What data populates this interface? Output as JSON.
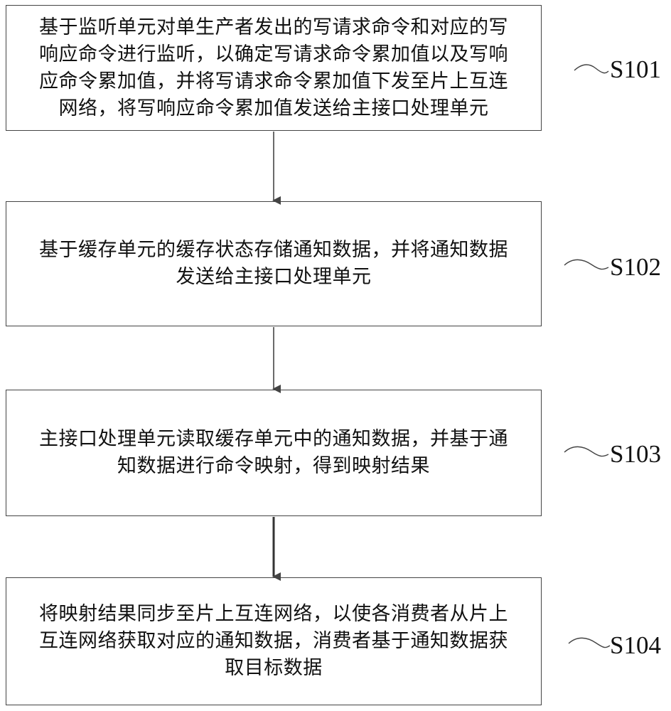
{
  "steps": [
    {
      "id": "S101",
      "text": "基于监听单元对单生产者发出的写请求命令和对应的写响应命令进行监听，以确定写请求命令累加值以及写响应命令累加值，并将写请求命令累加值下发至片上互连网络，将写响应命令累加值发送给主接口处理单元"
    },
    {
      "id": "S102",
      "text": "基于缓存单元的缓存状态存储通知数据，并将通知数据发送给主接口处理单元"
    },
    {
      "id": "S103",
      "text": "主接口处理单元读取缓存单元中的通知数据，并基于通知数据进行命令映射，得到映射结果"
    },
    {
      "id": "S104",
      "text": "将映射结果同步至片上互连网络，以使各消费者从片上互连网络获取对应的通知数据，消费者基于通知数据获取目标数据"
    }
  ],
  "colors": {
    "stroke": "#444444",
    "text": "#111111",
    "background": "#ffffff"
  }
}
